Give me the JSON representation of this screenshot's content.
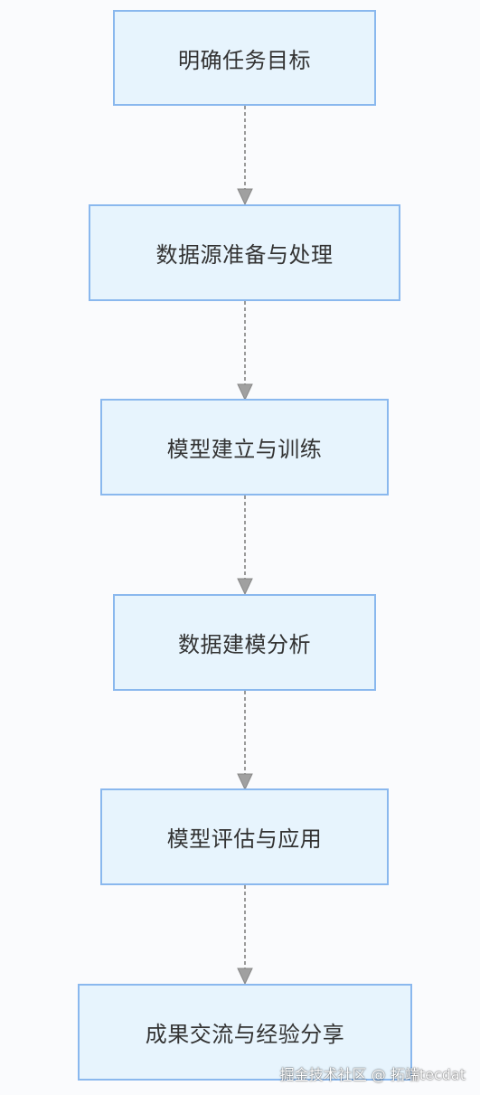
{
  "flow": {
    "steps": [
      "明确任务目标",
      "数据源准备与处理",
      "模型建立与训练",
      "数据建模分析",
      "模型评估与应用",
      "成果交流与经验分享"
    ]
  },
  "watermark": "掘金技术社区 @ 拓端tecdat",
  "colors": {
    "box_fill": "#e7f4fd",
    "box_border": "#8ab8ee",
    "arrow": "#999999"
  }
}
